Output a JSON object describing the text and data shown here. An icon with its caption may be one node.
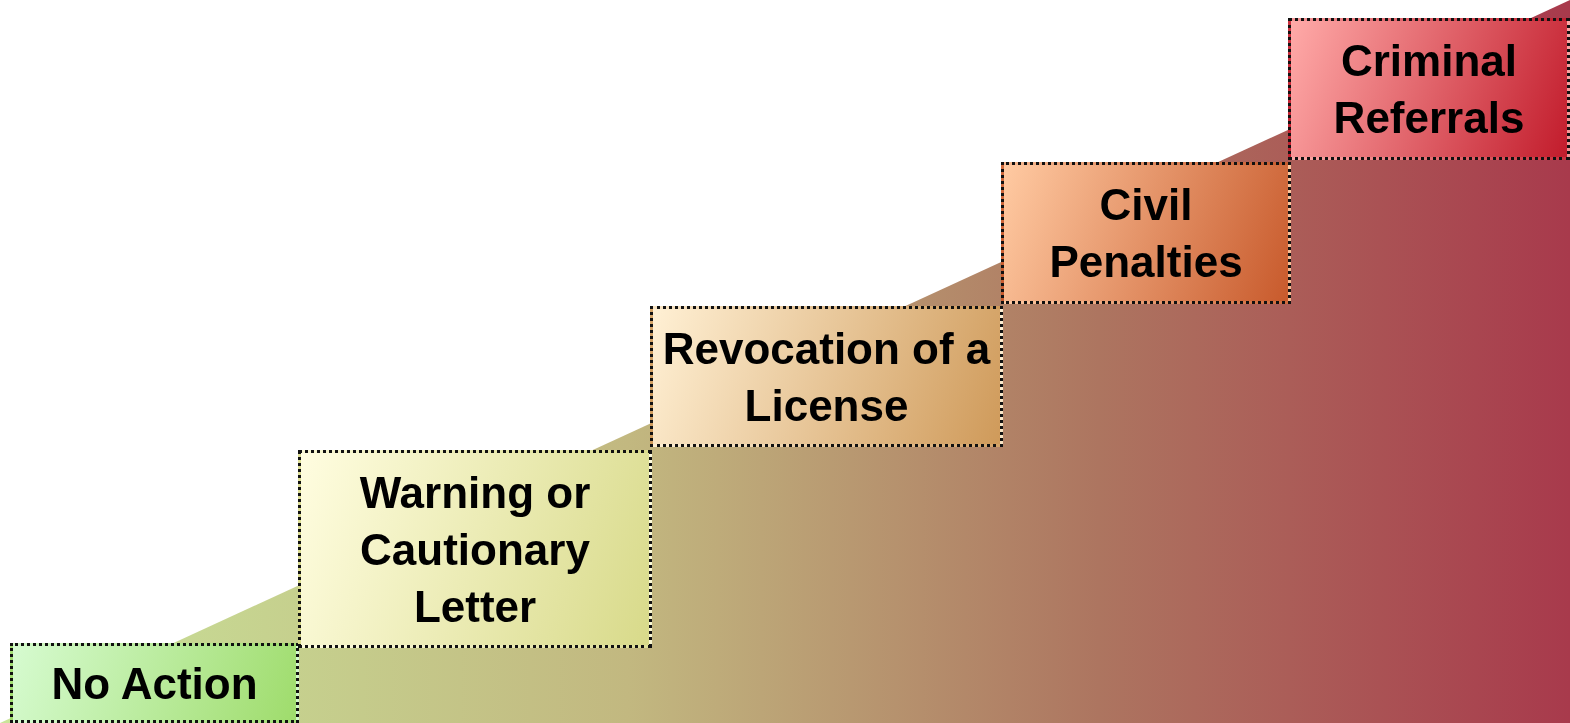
{
  "diagram": {
    "nodes": [
      {
        "text": [
          "No Action"
        ]
      },
      {
        "text": [
          "Warning or Cautionary Letter"
        ]
      },
      {
        "text": [
          "Revocation of a License"
        ]
      },
      {
        "text": [
          "Civil Penalties"
        ]
      },
      {
        "text": [
          "Criminal Referrals"
        ]
      }
    ]
  }
}
